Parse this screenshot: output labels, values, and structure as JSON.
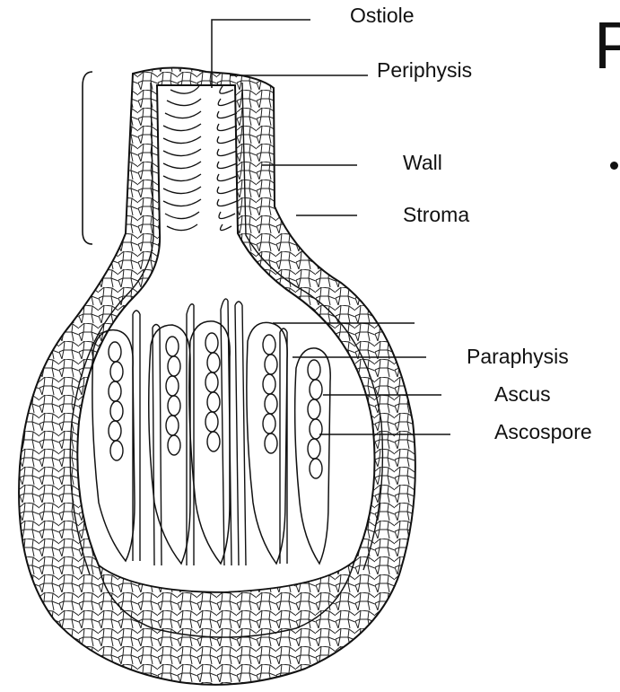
{
  "labels": {
    "ostiole": "Ostiole",
    "periphysis": "Periphysis",
    "wall": "Wall",
    "stroma": "Stroma",
    "paraphysis": "Paraphysis",
    "ascus": "Ascus",
    "ascospore": "Ascospore"
  },
  "slide": {
    "partial_title_letter": "P"
  },
  "colors": {
    "ink": "#111111",
    "background": "#ffffff"
  }
}
